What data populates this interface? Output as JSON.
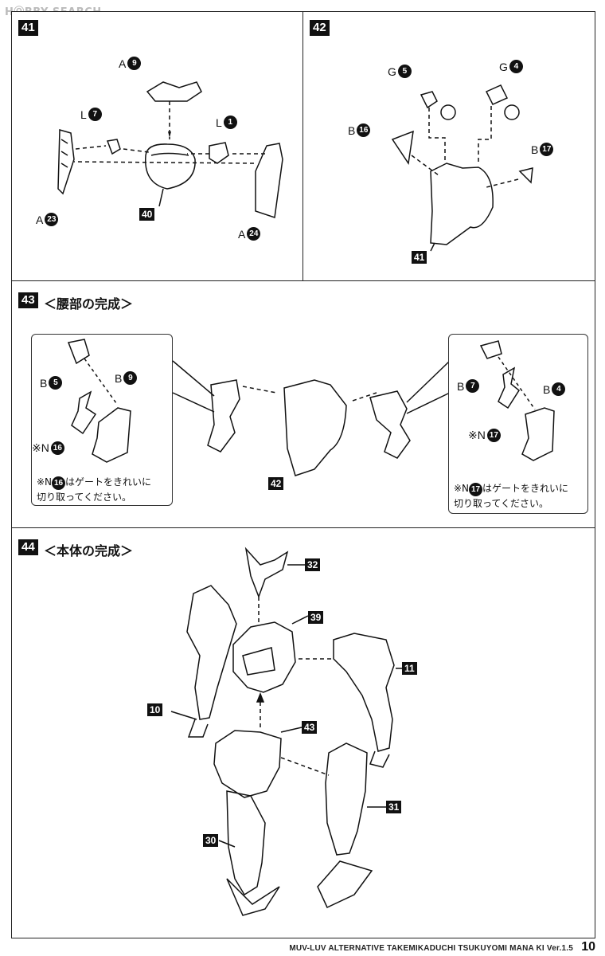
{
  "watermark": "HⓄBBY SEARCH",
  "steps": {
    "s41": {
      "num": "41",
      "labels": {
        "a9": "A",
        "a9n": "9",
        "l7": "L",
        "l7n": "7",
        "l1": "L",
        "l1n": "1",
        "a23": "A",
        "a23n": "23",
        "a24": "A",
        "a24n": "24",
        "ref": "40"
      }
    },
    "s42": {
      "num": "42",
      "labels": {
        "g5": "G",
        "g5n": "5",
        "g4": "G",
        "g4n": "4",
        "b16": "B",
        "b16n": "16",
        "b17": "B",
        "b17n": "17",
        "ref": "41"
      }
    },
    "s43": {
      "num": "43",
      "title": "＜腰部の完成＞",
      "left": {
        "b5": "B",
        "b5n": "5",
        "b9": "B",
        "b9n": "9",
        "n16": "※N",
        "n16n": "16",
        "note_a": "※N",
        "note_n": "16",
        "note_b": "はゲートをきれいに",
        "note_c": "切り取ってください。"
      },
      "right": {
        "b7": "B",
        "b7n": "7",
        "b4": "B",
        "b4n": "4",
        "n17": "※N",
        "n17n": "17",
        "note_a": "※N",
        "note_n": "17",
        "note_b": "はゲートをきれいに",
        "note_c": "切り取ってください。"
      },
      "ref": "42"
    },
    "s44": {
      "num": "44",
      "title": "＜本体の完成＞",
      "refs": {
        "r32": "32",
        "r39": "39",
        "r11": "11",
        "r10": "10",
        "r43": "43",
        "r30": "30",
        "r31": "31"
      }
    }
  },
  "footer": {
    "text": "MUV-LUV ALTERNATIVE TAKEMIKADUCHI TSUKUYOMI MANA KI Ver.1.5",
    "page": "10"
  }
}
